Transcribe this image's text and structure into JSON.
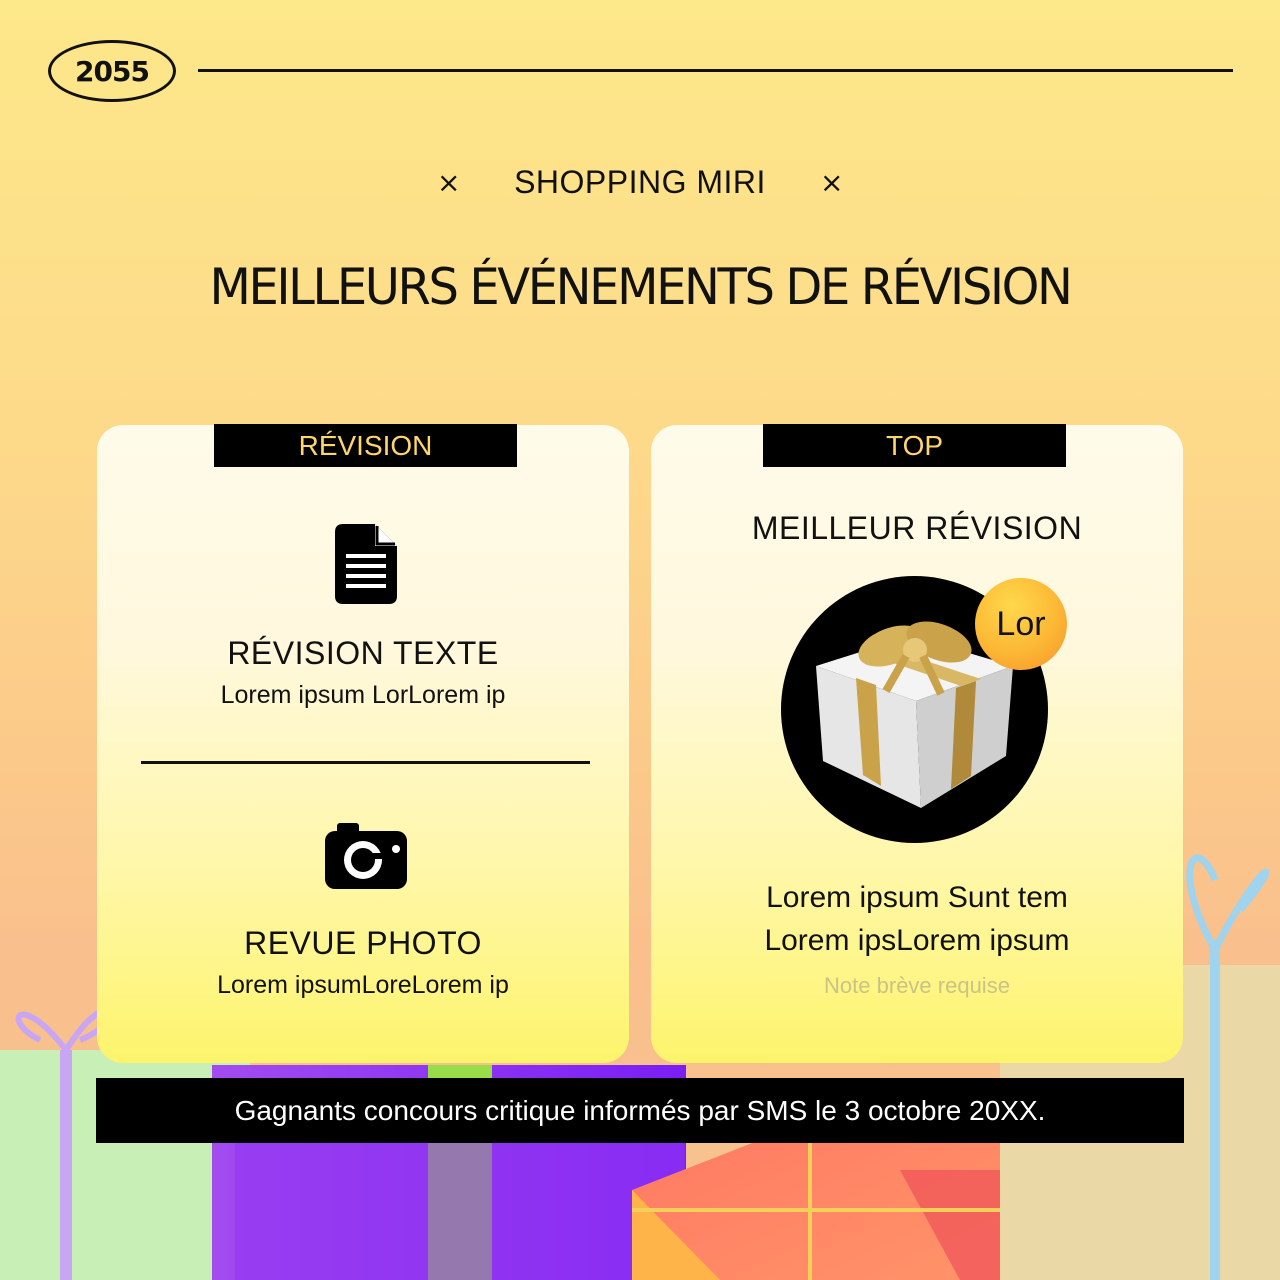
{
  "header": {
    "logo": "2055",
    "brand_left_icon": "close-icon",
    "brand_name": "SHOPPING MIRI",
    "brand_right_icon": "close-icon",
    "title": "MEILLEURS ÉVÉNEMENTS DE RÉVISION"
  },
  "card_left": {
    "tab_label": "RÉVISION",
    "items": [
      {
        "icon": "document-icon",
        "title": "RÉVISION TEXTE",
        "subtitle": "Lorem ipsum LorLorem ip"
      },
      {
        "icon": "camera-icon",
        "title": "REVUE PHOTO",
        "subtitle": "Lorem ipsumLoreLorem ip"
      }
    ]
  },
  "card_right": {
    "tab_label": "TOP",
    "heading": "MEILLEUR RÉVISION",
    "image": "gift-box-image",
    "badge": "Lor",
    "line1": "Lorem ipsum Sunt tem",
    "line2": "Lorem ipsLorem ipsum",
    "note": "Note brève requise"
  },
  "banner": {
    "text": "Gagnants concours critique informés par SMS le 3 octobre 20XX."
  },
  "colors": {
    "tab_text": "#ffd66b",
    "banner_bg": "#000000",
    "badge": "#fcb735"
  }
}
